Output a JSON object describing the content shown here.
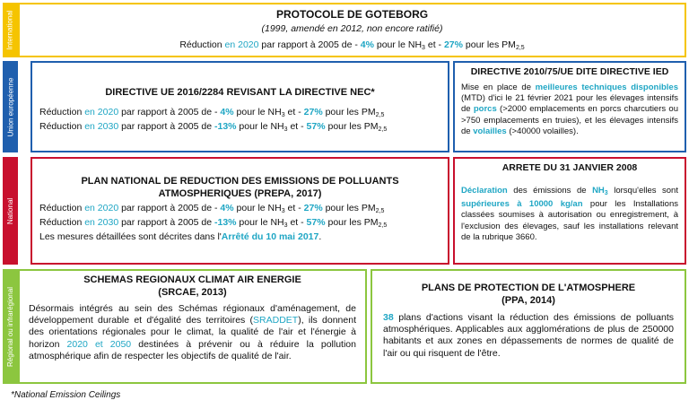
{
  "bands": {
    "international": {
      "label": "International",
      "color": "#f5c400"
    },
    "eu": {
      "label": "Union européenne",
      "color": "#1f5fae"
    },
    "national": {
      "label": "National",
      "color": "#c8102e"
    },
    "regional": {
      "label": "Régional ou infrarégional",
      "color": "#8cc63f"
    }
  },
  "accent_color": "#1fa6c4",
  "goteborg": {
    "title": "PROTOCOLE DE GOTEBORG",
    "subtitle": "(1999, amendé en 2012, non encore ratifié)",
    "line": {
      "a": "Réduction ",
      "year": "en 2020",
      "b": " par rapport à 2005 de - ",
      "nh3_pct": "4%",
      "c": " pour le NH",
      "sub1": "3",
      "d": " et - ",
      "pm_pct": "27%",
      "e": " pour les PM",
      "sub2": "2,5"
    }
  },
  "directive_nec": {
    "title": "DIRECTIVE UE 2016/2284 REVISANT LA DIRECTIVE NEC*",
    "line1": {
      "a": "Réduction ",
      "year": "en 2020",
      "b": " par rapport à 2005 de - ",
      "nh3_pct": "4%",
      "c": " pour le NH",
      "sub1": "3",
      "d": " et - ",
      "pm_pct": "27%",
      "e": " pour les PM",
      "sub2": "2,5"
    },
    "line2": {
      "a": "Réduction ",
      "year": "en 2030",
      "b": " par rapport à 2005 de ",
      "nh3_pct": "-13%",
      "c": " pour le NH",
      "sub1": "3",
      "d": " et - ",
      "pm_pct": "57%",
      "e": " pour les PM",
      "sub2": "2,5"
    }
  },
  "directive_ied": {
    "title": "DIRECTIVE 2010/75/UE DITE DIRECTIVE IED",
    "t1": "Mise en place de ",
    "h1": "meilleures techniques disponibles",
    "t2": " (MTD) d'ici le 21 février 2021 pour les élevages intensifs de ",
    "h2": "porcs",
    "t3": " (>2000 emplacements en porcs charcutiers ou >750 emplacements en truies), et les élevages intensifs de ",
    "h3": "volailles",
    "t4": " (>40000 volailles)."
  },
  "prepa": {
    "title": "PLAN NATIONAL DE REDUCTION DES EMISSIONS DE POLLUANTS ATMOSPHERIQUES (PREPA, 2017)",
    "line1": {
      "a": "Réduction ",
      "year": "en 2020",
      "b": " par rapport à 2005 de - ",
      "nh3_pct": "4%",
      "c": " pour le NH",
      "sub1": "3",
      "d": " et - ",
      "pm_pct": "27%",
      "e": " pour les PM",
      "sub2": "2,5"
    },
    "line2": {
      "a": "Réduction ",
      "year": "en 2030",
      "b": " par rapport à 2005 de ",
      "nh3_pct": "-13%",
      "c": " pour le NH",
      "sub1": "3",
      "d": " et - ",
      "pm_pct": "57%",
      "e": " pour les PM",
      "sub2": "2,5"
    },
    "line3_a": "Les mesures détaillées sont décrites dans l'",
    "line3_link": "Arrêté du 10 mai 2017",
    "line3_b": "."
  },
  "arrete": {
    "title": "ARRETE DU 31 JANVIER 2008",
    "h1": "Déclaration",
    "t1": " des émissions de ",
    "h2a": "NH",
    "h2sub": "3",
    "t2": " lorsqu'elles sont ",
    "h3": "supérieures à 10000 kg/an",
    "t3": " pour les Installations classées soumises à autorisation ou enregistrement, à l'exclusion des élevages, sauf les installations relevant de la rubrique 3660."
  },
  "srcae": {
    "title": "SCHEMAS REGIONAUX CLIMAT AIR ENERGIE",
    "subtitle": "(SRCAE, 2013)",
    "t1": "Désormais intégrés au sein des Schémas régionaux d'aménagement, de développement durable et d'égalité des territoires (",
    "h1": "SRADDET",
    "t2": "), ils donnent des orientations régionales pour le climat, la qualité de l'air et l'énergie à horizon ",
    "h2": "2020 et 2050",
    "t3": " destinées à prévenir ou à réduire la pollution atmosphérique afin de respecter les objectifs de qualité de l'air."
  },
  "ppa": {
    "title": "PLANS DE PROTECTION DE L'ATMOSPHERE",
    "subtitle": "(PPA, 2014)",
    "h1": "38",
    "t1": " plans d'actions visant la réduction des émissions de polluants atmosphériques. Applicables aux agglomérations de plus de 250000 habitants et aux zones en dépassements de normes de qualité de l'air ou qui risquent de l'être."
  },
  "footnote": "*National Emission Ceilings"
}
